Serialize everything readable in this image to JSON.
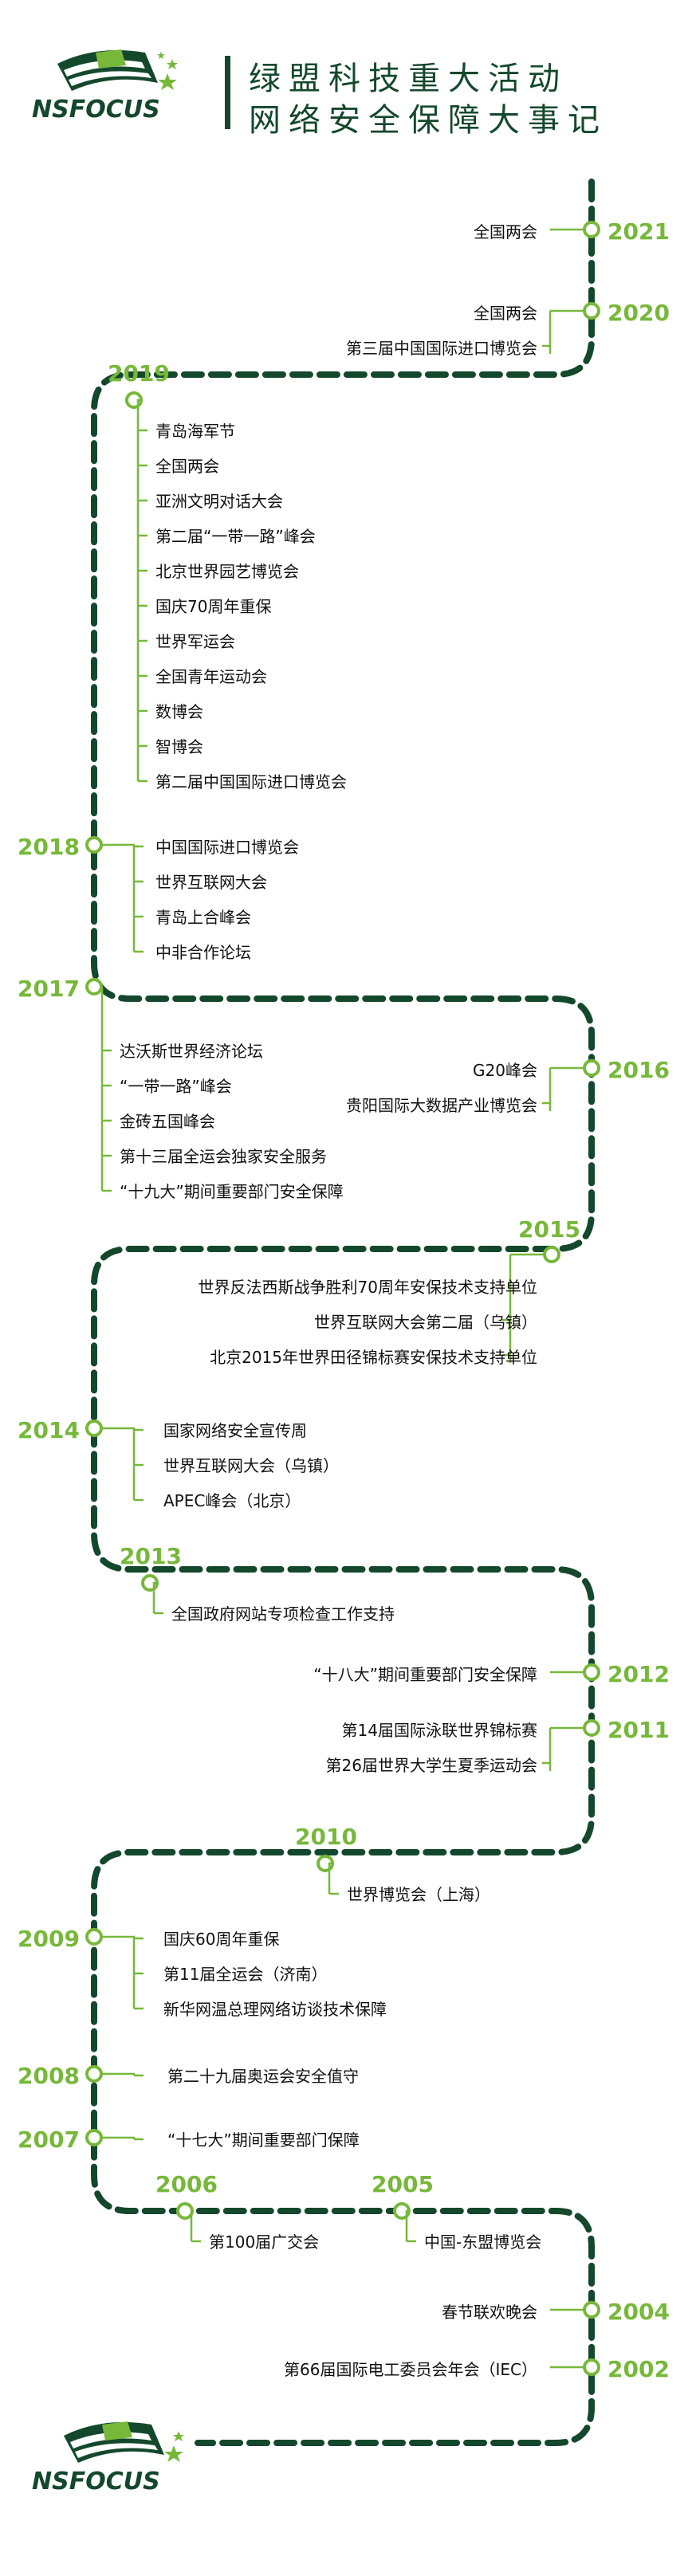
{
  "header": {
    "brand": "NSFOCUS",
    "title_line1": "绿盟科技重大活动",
    "title_line2": "网络安全保障大事记"
  },
  "footer": {
    "brand": "NSFOCUS"
  },
  "colors": {
    "path": "#14482c",
    "accent": "#77b83a",
    "text": "#111111"
  },
  "timeline": [
    {
      "year": "2021",
      "events": [
        "全国两会"
      ]
    },
    {
      "year": "2020",
      "events": [
        "全国两会",
        "第三届中国国际进口博览会"
      ]
    },
    {
      "year": "2019",
      "events": [
        "青岛海军节",
        "全国两会",
        "亚洲文明对话大会",
        "第二届“一带一路”峰会",
        "北京世界园艺博览会",
        "国庆70周年重保",
        "世界军运会",
        "全国青年运动会",
        "数博会",
        "智博会",
        "第二届中国国际进口博览会"
      ]
    },
    {
      "year": "2018",
      "events": [
        "中国国际进口博览会",
        "世界互联网大会",
        "青岛上合峰会",
        "中非合作论坛"
      ]
    },
    {
      "year": "2017",
      "events": [
        "达沃斯世界经济论坛",
        "“一带一路”峰会",
        "金砖五国峰会",
        "第十三届全运会独家安全服务",
        "“十九大”期间重要部门安全保障"
      ]
    },
    {
      "year": "2016",
      "events": [
        "G20峰会",
        "贵阳国际大数据产业博览会"
      ]
    },
    {
      "year": "2015",
      "events": [
        "世界反法西斯战争胜利70周年安保技术支持单位",
        "世界互联网大会第二届（乌镇）",
        "北京2015年世界田径锦标赛安保技术支持单位"
      ]
    },
    {
      "year": "2014",
      "events": [
        "国家网络安全宣传周",
        "世界互联网大会（乌镇）",
        "APEC峰会（北京）"
      ]
    },
    {
      "year": "2013",
      "events": [
        "全国政府网站专项检查工作支持"
      ]
    },
    {
      "year": "2012",
      "events": [
        "“十八大”期间重要部门安全保障"
      ]
    },
    {
      "year": "2011",
      "events": [
        "第14届国际泳联世界锦标赛",
        "第26届世界大学生夏季运动会"
      ]
    },
    {
      "year": "2010",
      "events": [
        "世界博览会（上海）"
      ]
    },
    {
      "year": "2009",
      "events": [
        "国庆60周年重保",
        "第11届全运会（济南）",
        "新华网温总理网络访谈技术保障"
      ]
    },
    {
      "year": "2008",
      "events": [
        "第二十九届奥运会安全值守"
      ]
    },
    {
      "year": "2007",
      "events": [
        "“十七大”期间重要部门保障"
      ]
    },
    {
      "year": "2006",
      "events": [
        "第100届广交会"
      ]
    },
    {
      "year": "2005",
      "events": [
        "中国-东盟博览会"
      ]
    },
    {
      "year": "2004",
      "events": [
        "春节联欢晚会"
      ]
    },
    {
      "year": "2002",
      "events": [
        "第66届国际电工委员会年会（IEC）"
      ]
    }
  ]
}
